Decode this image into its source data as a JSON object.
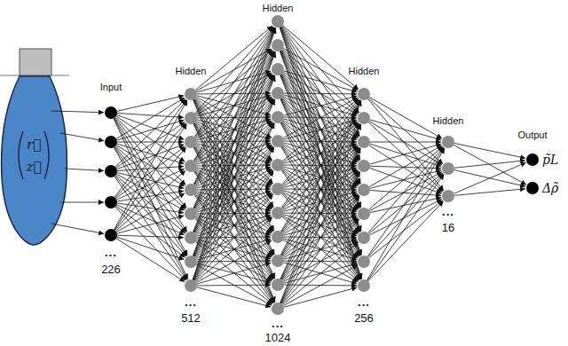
{
  "diagram": {
    "labels": [
      "r⃗",
      "z⃗",
      "Input",
      "...",
      "226",
      "Hidden",
      "...",
      "512",
      "Hidden",
      "...",
      "1024",
      "Hidden",
      "...",
      "256",
      "Hidden",
      "...",
      "16",
      "Output",
      "p̃L",
      "Δρ̃"
    ]
  }
}
